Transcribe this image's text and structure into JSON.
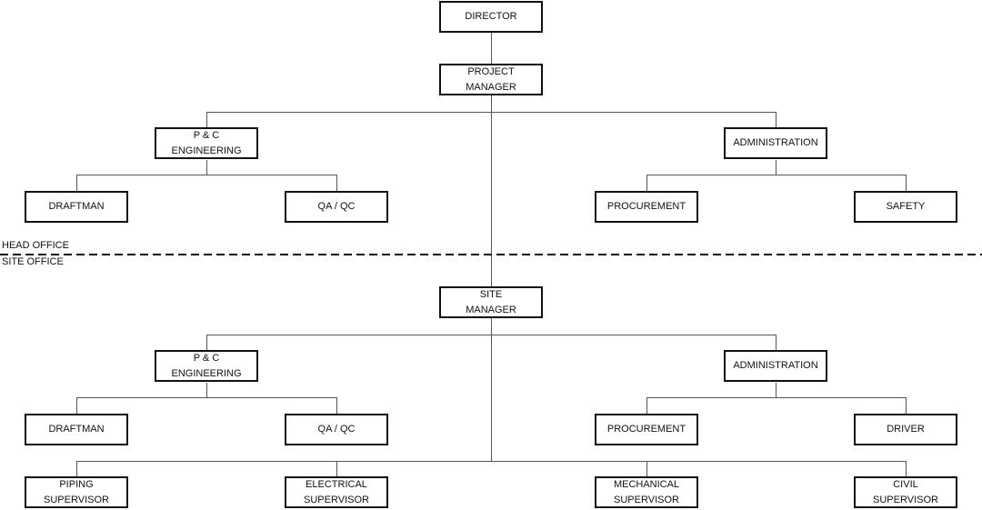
{
  "head_office": {
    "label": "HEAD OFFICE",
    "director": "DIRECTOR",
    "project_manager": "PROJECT\nMANAGER",
    "engineering": "P & C\nENGINEERING",
    "administration": "ADMINISTRATION",
    "draftman": "DRAFTMAN",
    "qaqc": "QA / QC",
    "procurement": "PROCUREMENT",
    "safety": "SAFETY"
  },
  "site_office": {
    "label": "SITE OFFICE",
    "site_manager": "SITE\nMANAGER",
    "engineering": "P & C\nENGINEERING",
    "administration": "ADMINISTRATION",
    "draftman": "DRAFTMAN",
    "qaqc": "QA / QC",
    "procurement": "PROCUREMENT",
    "driver": "DRIVER",
    "piping": "PIPING\nSUPERVISOR",
    "electrical": "ELECTRICAL\nSUPERVISOR",
    "mechanical": "MECHANICAL\nSUPERVISOR",
    "civil": "CIVIL\nSUPERVISOR"
  }
}
